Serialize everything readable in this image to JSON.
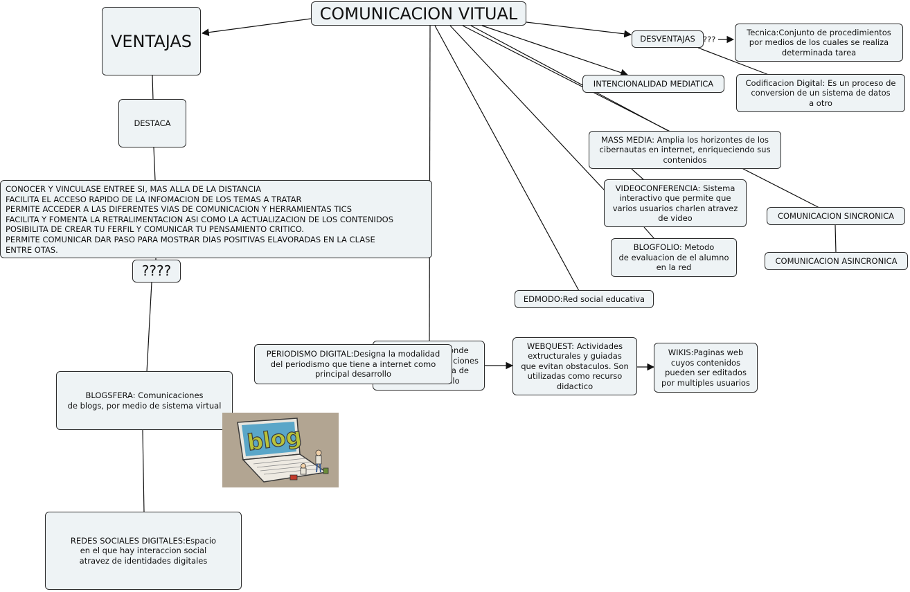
{
  "map": {
    "title": "COMUNICACION VITUAL",
    "ventajas": "VENTAJAS",
    "destaca": "DESTACA",
    "ventajas_list": "CONOCER Y VINCULASE ENTREE SI, MAS ALLA DE LA DISTANCIA\nFACILITA EL ACCESO RAPIDO DE LA INFOMACION DE LOS TEMAS A TRATAR\nPERMITE ACCEDER A LAS DIFERENTES VIAS DE COMUNICACION Y HERRAMIENTAS TICS\nFACILITA Y FOMENTA LA RETRALIMENTACION ASI COMO LA ACTUALIZACION DE LOS CONTENIDOS\nPOSIBILITA DE CREAR TU FERFIL Y COMUNICAR  TU PENSAMIENTO CRITICO.\nPERMITE COMUNICAR  DAR PASO PARA MOSTRAR DIAS POSITIVAS ELAVORADAS EN LA CLASE\nENTRE OTAS.",
    "question_marks": "????",
    "blogsfera": "BLOGSFERA: Comunicaciones\nde blogs, por medio de sistema virtual",
    "redes": "REDES SOCIALES DIGITALES:Espacio\nen  el que hay interaccion social\natravez de identidades digitales",
    "desventajas": "DESVENTAJAS",
    "desventajas_link_label": "???",
    "tecnica": "Tecnica:Conjunto de procedimientos\npor medios de los cuales se realiza\ndeterminada tarea",
    "codificacion": "Codificacion Digital: Es un proceso de\nconversion de un sistema de datos\na otro",
    "intencionalidad": "INTENCIONALIDAD MEDIATICA",
    "mass_media": "MASS MEDIA: Amplia los horizontes de los\ncibernautas en internet, enriqueciendo sus\ncontenidos",
    "videoconferencia": "VIDEOCONFERENCIA: Sistema\ninteractivo que permite que\nvarios usuarios charlen atravez\nde video",
    "blogfolio": "BLOGFOLIO: Metodo\nde evaluacion de el alumno\nen la red",
    "sincronica": "COMUNICACION SINCRONICA",
    "asincronica": "COMUNICACION ASINCRONICA",
    "edmodo": "EDMODO:Red social educativa",
    "hidden_node": "donde\ncaciones\nma de\ncillo",
    "periodismo": "PERIODISMO DIGITAL:Designa la modalidad\ndel periodismo que tiene a internet como\nprincipal desarrollo",
    "webquest": "WEBQUEST: Actividades\nextructurales y guiadas\nque evitan obstaculos. Son\nutilizadas como recurso\ndidactico",
    "wikis": "WIKIS:Paginas web\ncuyos contenidos\npueden ser editados\npor multiples usuarios",
    "blog_image_text": "blog"
  },
  "colors": {
    "node_fill": "#eef3f5",
    "node_border": "#2b2b2b",
    "line": "#111111",
    "blog_letters": "#b9c23a"
  }
}
